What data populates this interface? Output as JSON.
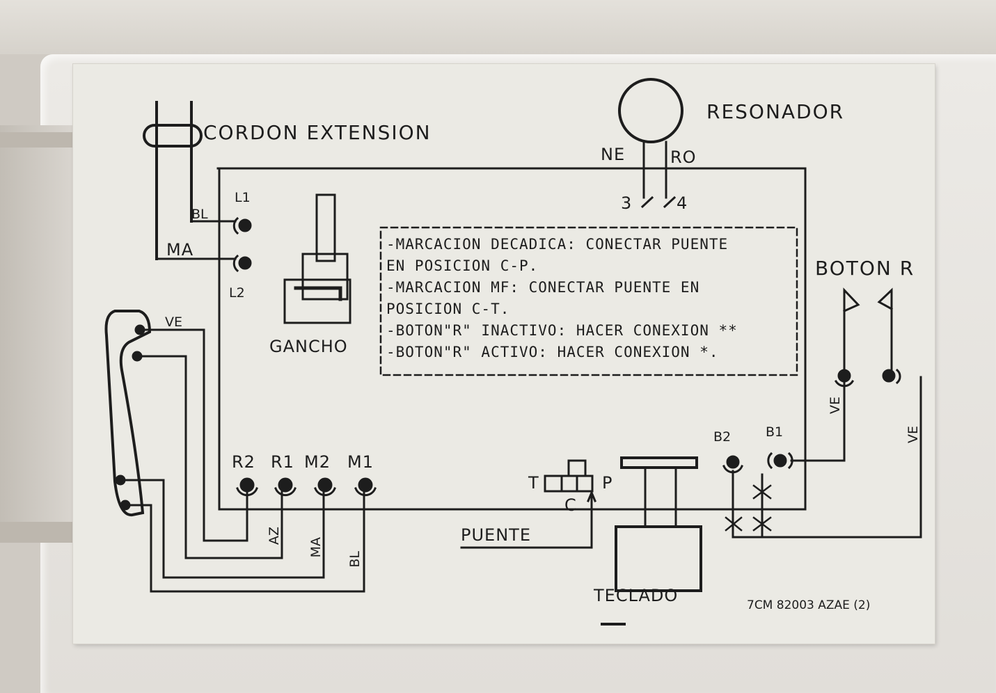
{
  "labels": {
    "cord": "CORDON EXTENSION",
    "resonator": "RESONADOR",
    "ne": "NE",
    "ro": "RO",
    "t3": "3",
    "t4": "4",
    "bl_top": "BL",
    "ma_top": "MA",
    "l1": "L1",
    "l2": "L2",
    "gancho": "GANCHO",
    "boton_r": "BOTON R",
    "ve_handset": "VE",
    "r2": "R2",
    "r1": "R1",
    "m2": "M2",
    "m1": "M1",
    "az": "AZ",
    "ma_bottom": "MA",
    "bl_bottom": "BL",
    "t_contact": "T",
    "p_contact": "P",
    "c_contact": "C",
    "puente": "PUENTE",
    "teclado": "TECLADO",
    "b2": "B2",
    "b1": "B1",
    "ve_right1": "VE",
    "ve_right2": "VE",
    "part_code": "7CM 82003 AZAE (2)"
  },
  "notes": [
    "-MARCACION DECADICA: CONECTAR PUENTE",
    " EN POSICION  C-P.",
    "-MARCACION MF: CONECTAR PUENTE EN",
    " POSICION  C-T.",
    "-BOTON\"R\" INACTIVO: HACER CONEXION  **",
    "-BOTON\"R\" ACTIVO: HACER CONEXION  *."
  ],
  "colors": {
    "ink": "#1d1d1d",
    "label_bg": "#ebeae4",
    "plastic": "#e6e3de"
  }
}
